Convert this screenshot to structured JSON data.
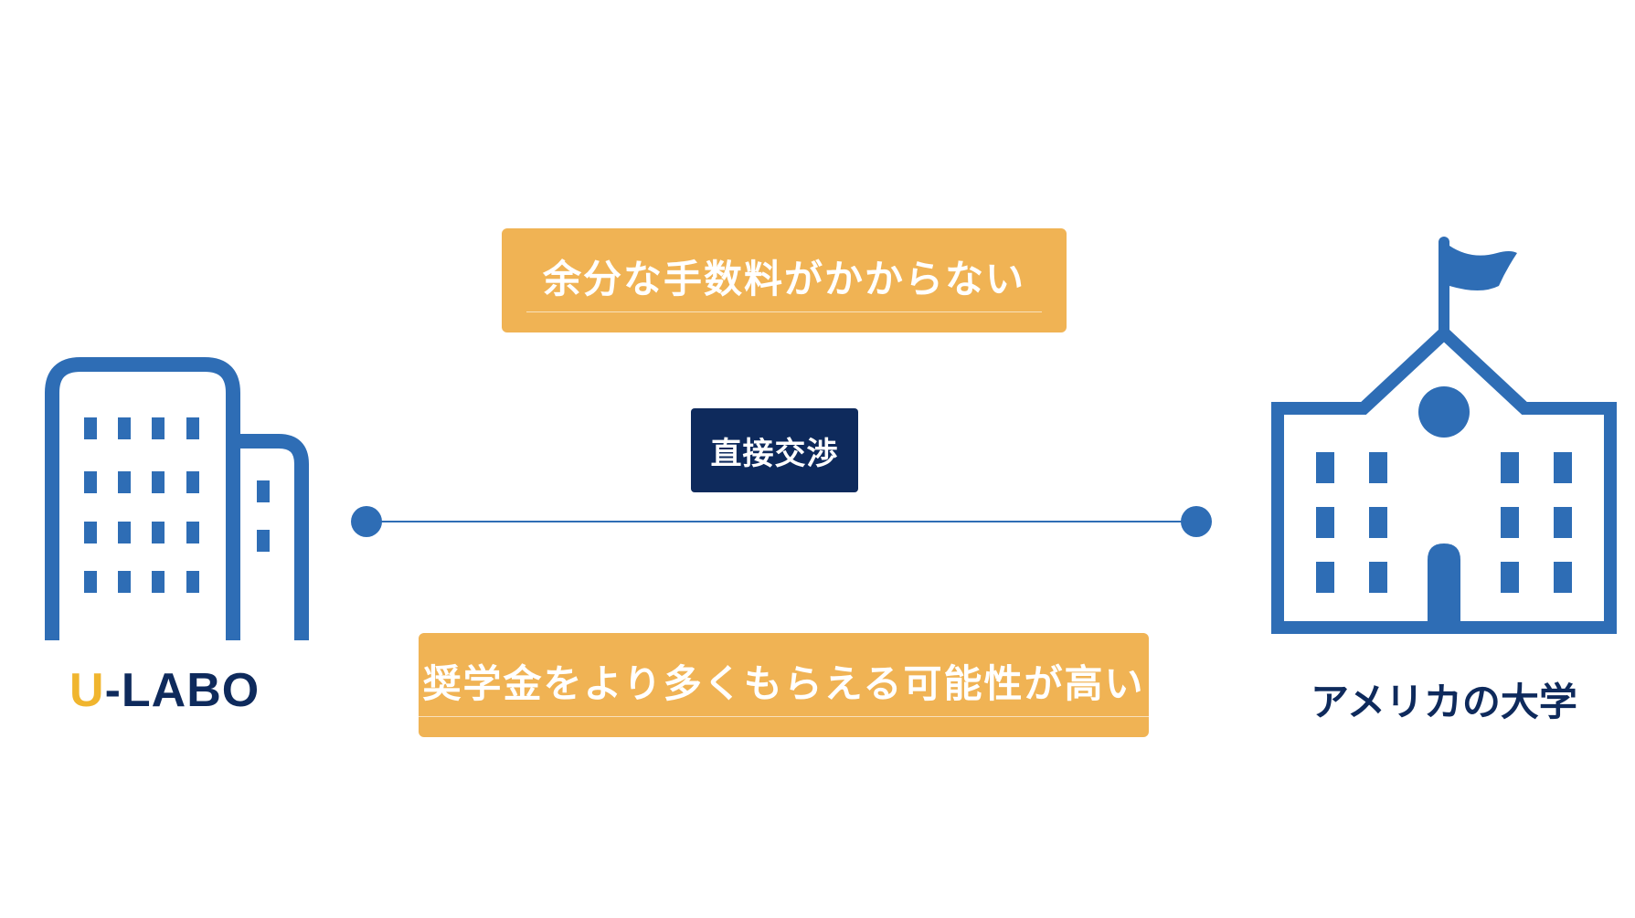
{
  "callouts": {
    "top": "余分な手数料がかからない",
    "bottom": "奨学金をより多くもらえる可能性が高い"
  },
  "center": {
    "negotiation": "直接交渉"
  },
  "left": {
    "logo_u": "U",
    "logo_rest": "-LABO",
    "icon": "office-building-icon"
  },
  "right": {
    "label": "アメリカの大学",
    "icon": "school-building-icon"
  },
  "colors": {
    "accent_orange": "#F0B354",
    "navy": "#0E2A5C",
    "icon_blue": "#2E6DB5",
    "logo_yellow": "#F0B52E"
  }
}
